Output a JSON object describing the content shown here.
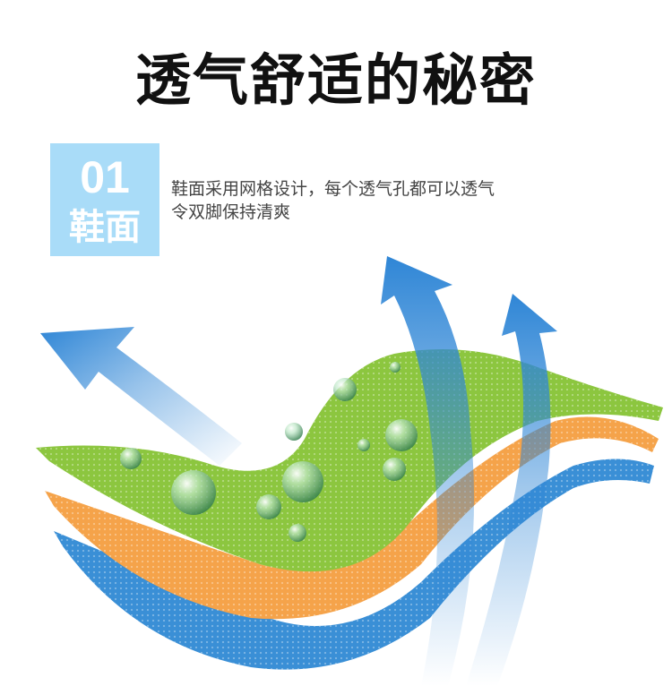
{
  "title": "透气舒适的秘密",
  "feature": {
    "number": "01",
    "label": "鞋面",
    "description_lines": [
      "鞋面采用网格设计，每个透气孔都可以透气",
      "令双脚保持清爽"
    ]
  },
  "illustration": {
    "layers": [
      "green-mesh-layer",
      "orange-mesh-layer",
      "blue-mesh-layer"
    ],
    "colors": {
      "green": "#8cc63f",
      "orange": "#f5a34a",
      "blue": "#3a8fd6",
      "arrow": "#2f86d6",
      "badge": "#a9dcf8"
    }
  }
}
